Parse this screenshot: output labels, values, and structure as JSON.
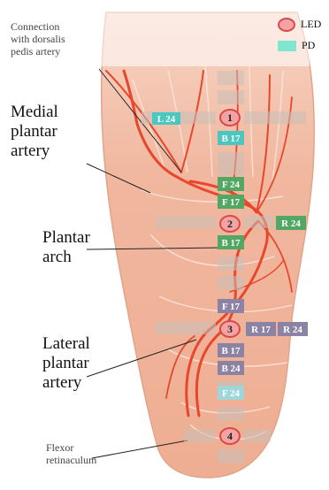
{
  "legend": {
    "led_label": "LED",
    "pd_label": "PD",
    "led_color": "#d94848",
    "pd_color": "#7fe6d0"
  },
  "labels": {
    "connection": "Connection\nwith dorsalis\npedis artery",
    "medial": "Medial\nplantar\nartery",
    "plantar_arch": "Plantar\narch",
    "lateral": "Lateral\nplantar\nartery",
    "flexor": "Flexor\nretinaculum"
  },
  "leds": [
    "1",
    "2",
    "3",
    "4"
  ],
  "detectors": [
    "L 24",
    "B 17",
    "F 24",
    "F 17",
    "R 24",
    "B 17",
    "F 17",
    "R 17",
    "R 24",
    "B 17",
    "B 24",
    "F 24"
  ],
  "colors": {
    "skin": "#f2b9a0",
    "artery": "#e8472c",
    "pd_teal": "#4cc7c0",
    "pd_green": "#52a862",
    "pd_purple": "#8c83a4"
  }
}
